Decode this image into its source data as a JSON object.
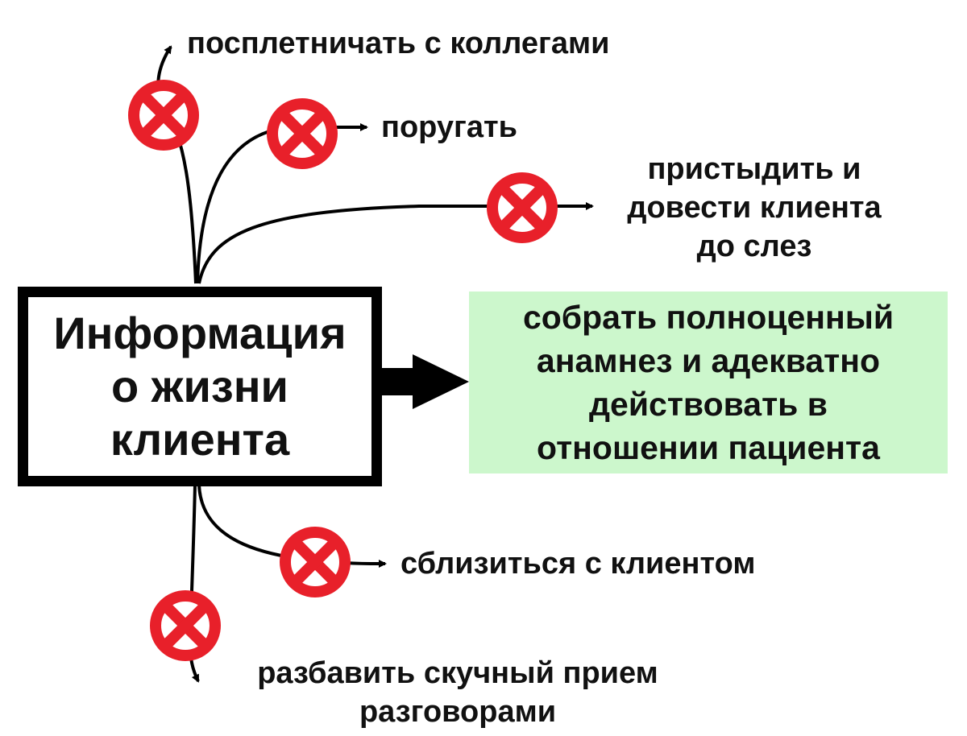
{
  "source_box": {
    "lines": [
      "Информация",
      "о жизни",
      "клиента"
    ]
  },
  "target_box": {
    "lines": [
      "собрать полноценный",
      "анамнез и адекватно",
      "действовать в",
      "отношении пациента"
    ],
    "background": "#ccf7cc"
  },
  "blocked_options": [
    {
      "id": "gossip",
      "lines": [
        "посплетничать с коллегами"
      ]
    },
    {
      "id": "scold",
      "lines": [
        "поругать"
      ]
    },
    {
      "id": "shame",
      "lines": [
        "пристыдить и",
        "довести клиента",
        "до слез"
      ]
    },
    {
      "id": "befriend",
      "lines": [
        "сблизиться с клиентом"
      ]
    },
    {
      "id": "chat",
      "lines": [
        "разбавить скучный прием",
        "разговорами"
      ]
    }
  ],
  "icons": {
    "prohibited": "prohibited-x-icon",
    "color": "#e8202a"
  }
}
